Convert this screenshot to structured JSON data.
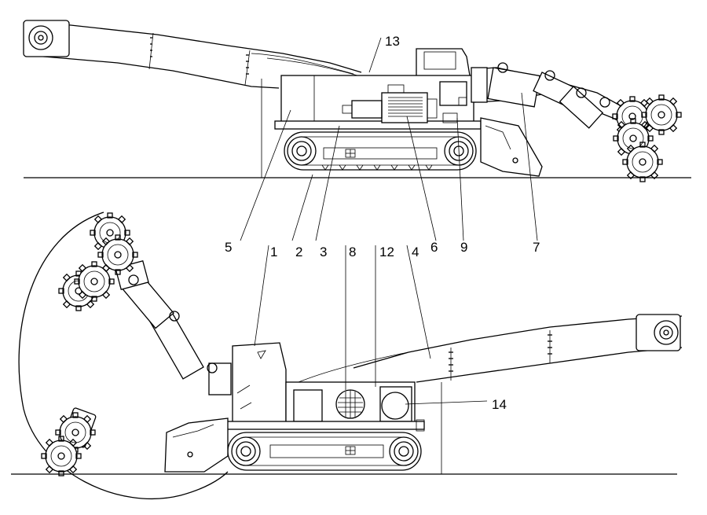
{
  "callouts": {
    "c1": "1",
    "c2": "2",
    "c3": "3",
    "c4": "4",
    "c5": "5",
    "c6": "6",
    "c7": "7",
    "c8": "8",
    "c9": "9",
    "c12": "12",
    "c13": "13",
    "c14": "14"
  }
}
